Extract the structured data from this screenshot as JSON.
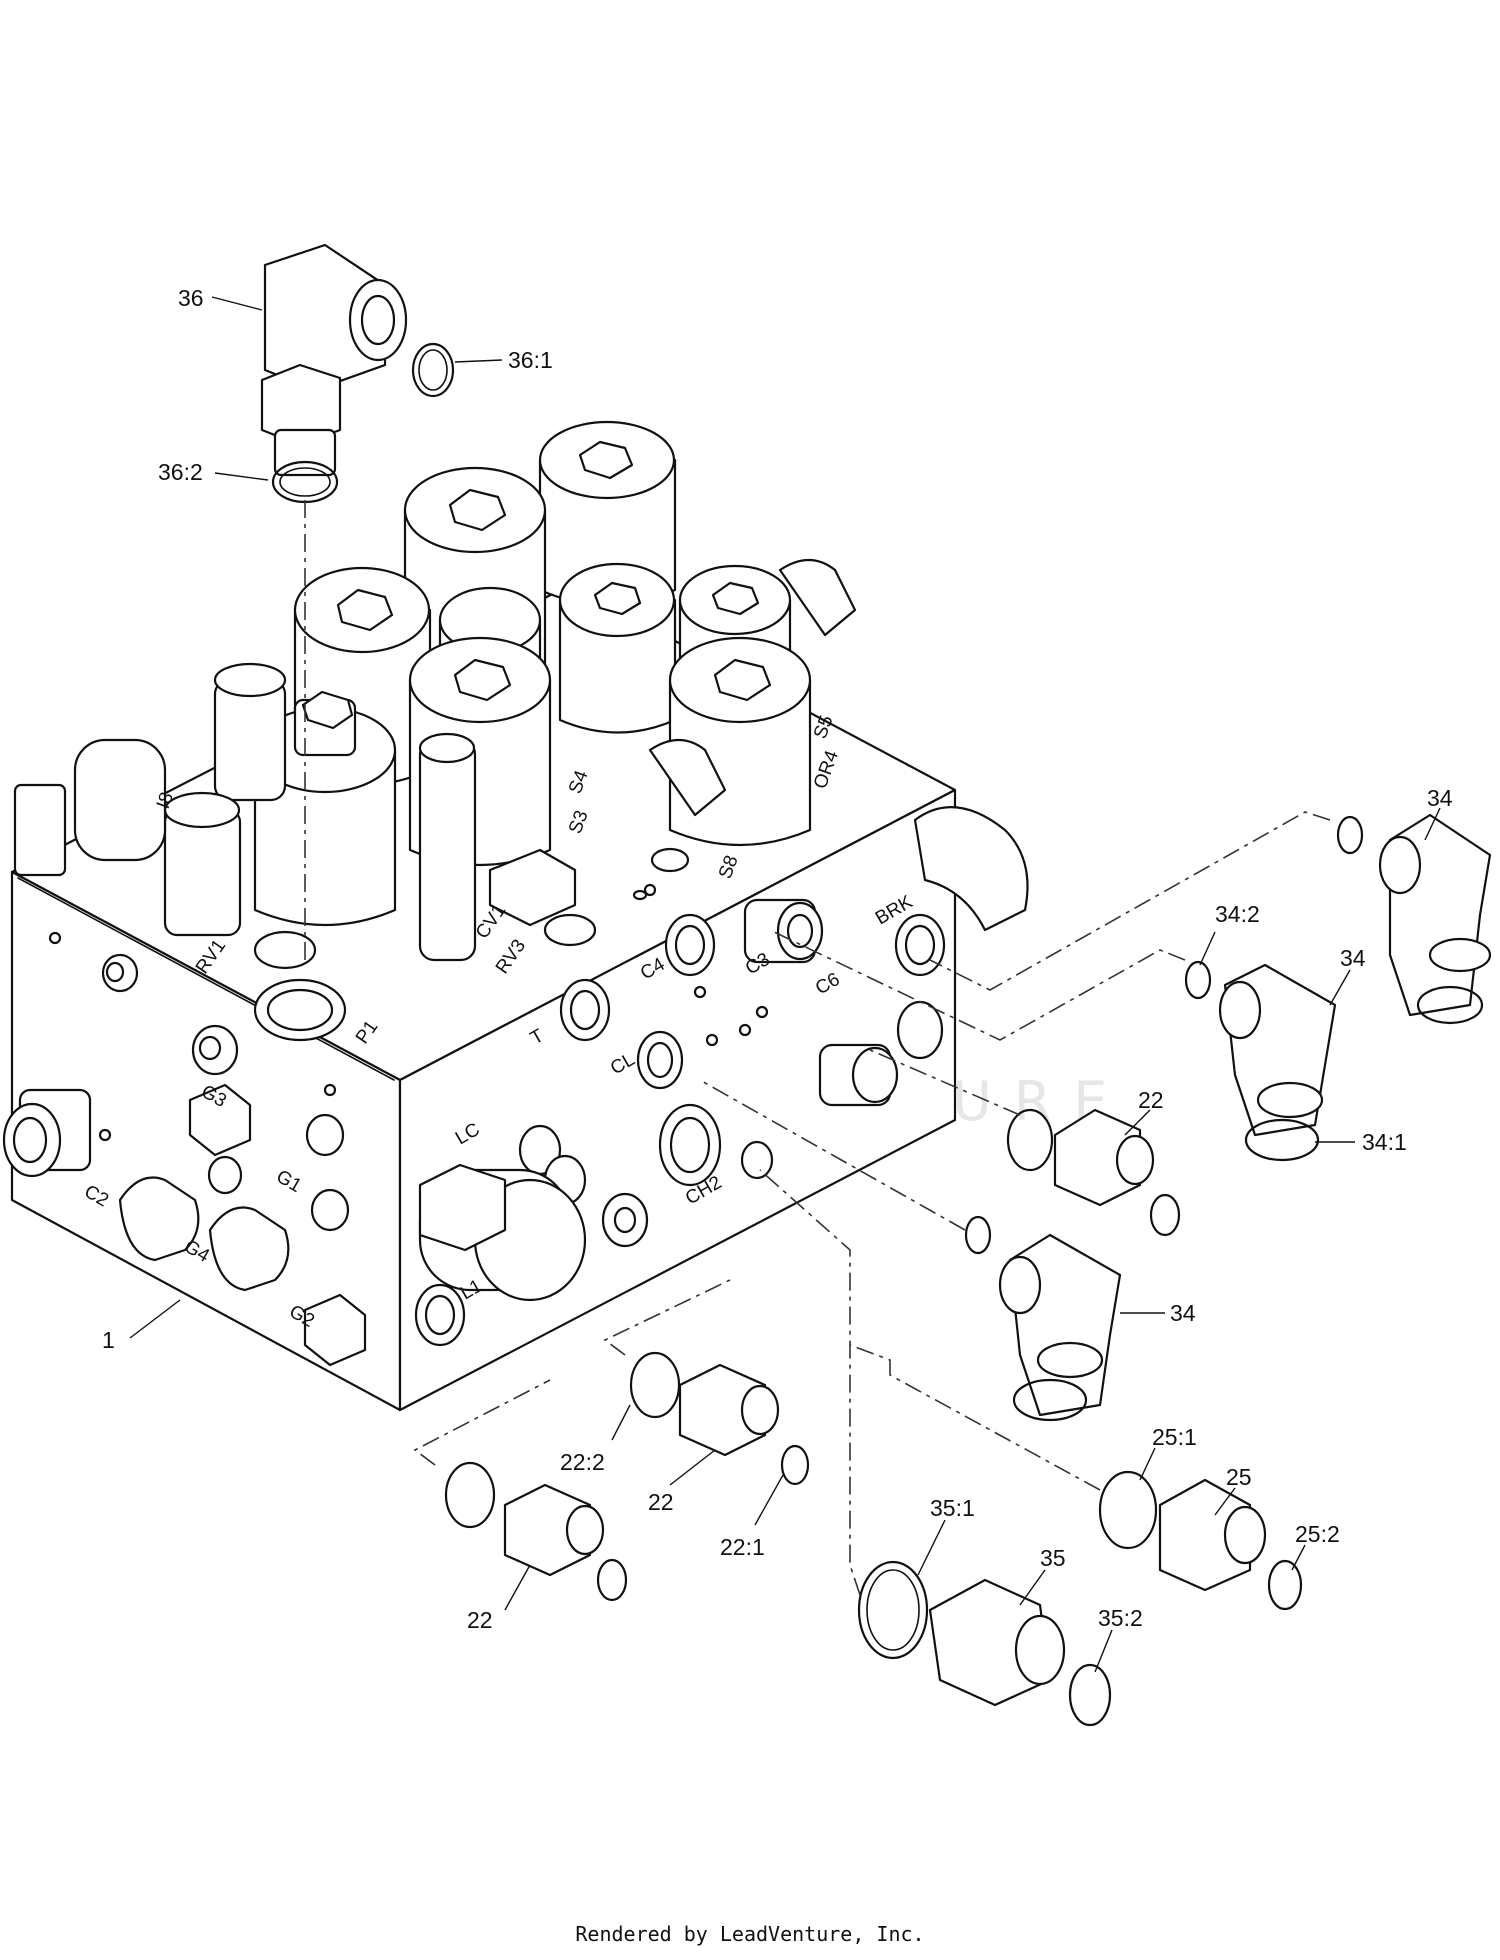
{
  "callouts": [
    {
      "id": "c-36",
      "text": "36"
    },
    {
      "id": "c-36-1",
      "text": "36:1"
    },
    {
      "id": "c-36-2",
      "text": "36:2"
    },
    {
      "id": "c-34a",
      "text": "34"
    },
    {
      "id": "c-34-2",
      "text": "34:2"
    },
    {
      "id": "c-34b",
      "text": "34"
    },
    {
      "id": "c-34-1",
      "text": "34:1"
    },
    {
      "id": "c-22a",
      "text": "22"
    },
    {
      "id": "c-34c",
      "text": "34"
    },
    {
      "id": "c-1",
      "text": "1"
    },
    {
      "id": "c-22-2",
      "text": "22:2"
    },
    {
      "id": "c-22b",
      "text": "22"
    },
    {
      "id": "c-22-1",
      "text": "22:1"
    },
    {
      "id": "c-22c",
      "text": "22"
    },
    {
      "id": "c-25-1",
      "text": "25:1"
    },
    {
      "id": "c-25",
      "text": "25"
    },
    {
      "id": "c-25-2",
      "text": "25:2"
    },
    {
      "id": "c-35-1",
      "text": "35:1"
    },
    {
      "id": "c-35",
      "text": "35"
    },
    {
      "id": "c-35-2",
      "text": "35:2"
    }
  ],
  "port_labels": {
    "rv1": "RV1",
    "rv3": "RV3",
    "cv1": "CV1",
    "p1": "P1",
    "s3": "S3",
    "s4": "S4",
    "s5": "S5",
    "s8": "S8",
    "or4": "OR4",
    "brk": "BRK",
    "c3": "C3",
    "c4": "C4",
    "c6": "C6",
    "t": "T",
    "cl": "CL",
    "ch2": "CH2",
    "lc": "LC",
    "g1": "G1",
    "g2": "G2",
    "g3": "G3",
    "g4": "G4",
    "c2": "C2",
    "l1": "L1",
    "i8": "I8"
  },
  "watermark": "LEADVENTURE",
  "footer": "Rendered by LeadVenture, Inc."
}
